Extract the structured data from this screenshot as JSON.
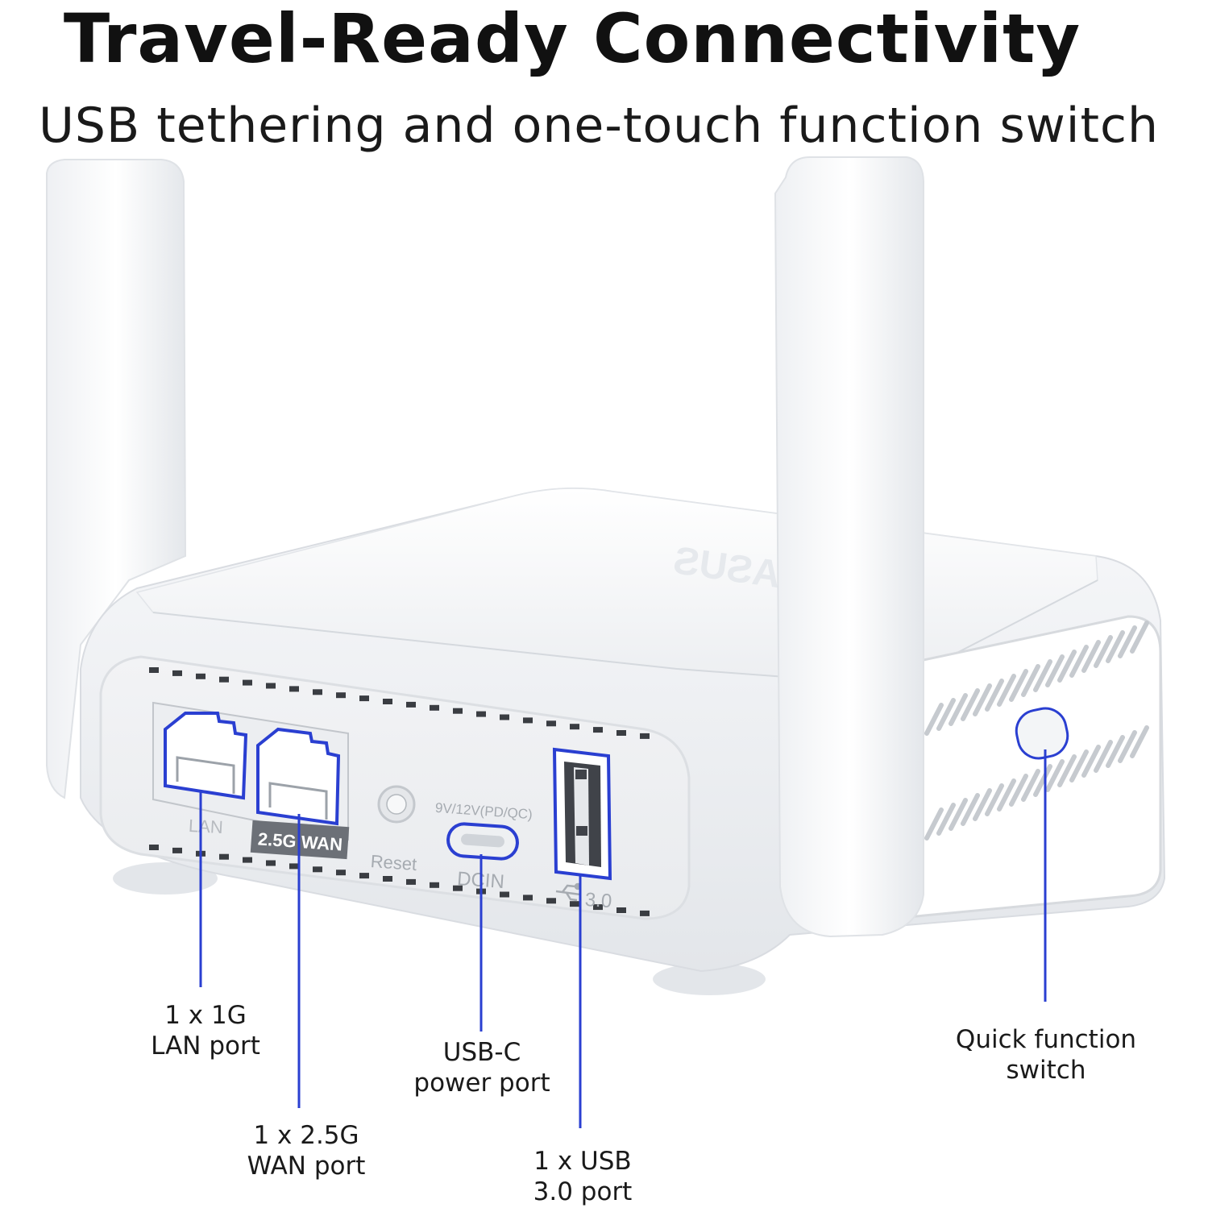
{
  "header": {
    "title": "Travel-Ready Connectivity",
    "subtitle": "USB tethering and one-touch function switch"
  },
  "device_labels": {
    "lan": "LAN",
    "wan": "2.5G WAN",
    "reset": "Reset",
    "power_spec": "9V/12V(PD/QC)",
    "dcin": "DCIN",
    "usb": "3.0",
    "brand": "ASUS"
  },
  "callouts": {
    "lan": {
      "line1": "1 x 1G",
      "line2": "LAN port"
    },
    "wan": {
      "line1": "1 x 2.5G",
      "line2": "WAN port"
    },
    "usbc": {
      "line1": "USB-C",
      "line2": "power port"
    },
    "usb": {
      "line1": "1 x USB",
      "line2": "3.0 port"
    },
    "switch": {
      "line1": "Quick function",
      "line2": "switch"
    }
  },
  "colors": {
    "accent": "#2a3fd1",
    "device_white": "#f4f5f7",
    "text": "#1a1a1a"
  },
  "icons": [
    "usb-icon"
  ]
}
